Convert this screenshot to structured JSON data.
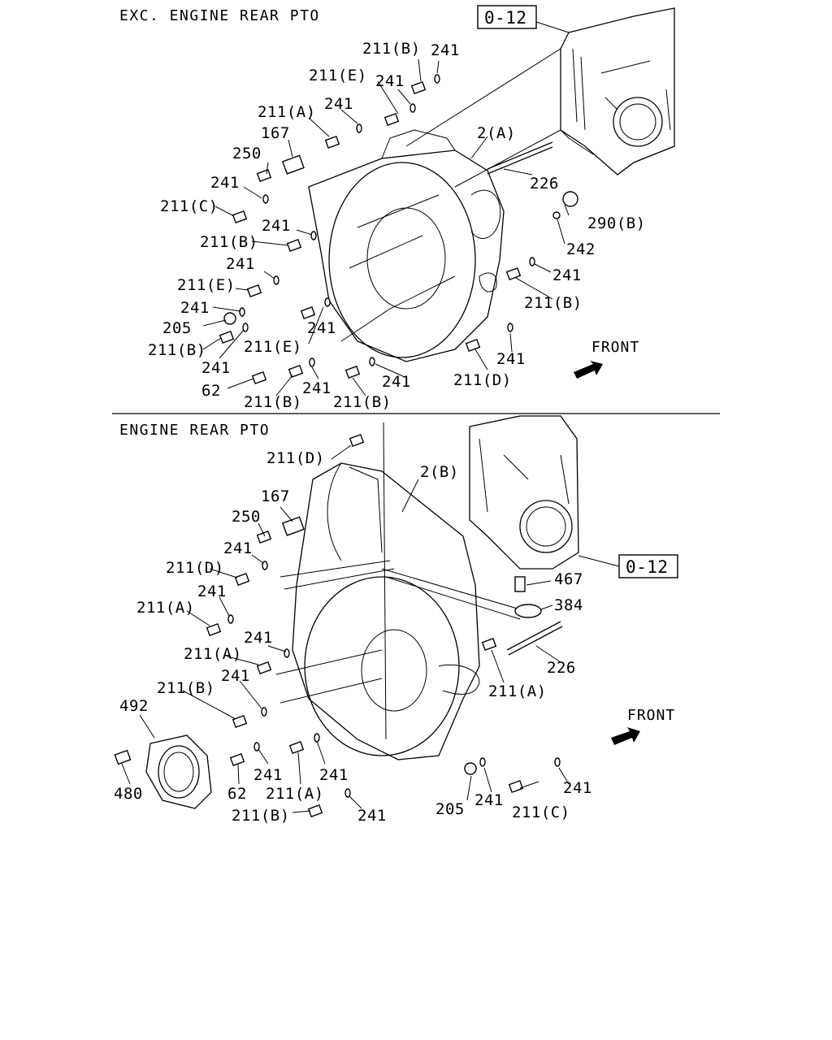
{
  "sections": [
    {
      "title": "EXC. ENGINE REAR PTO",
      "ref": "0-12",
      "front": "FRONT",
      "labels": [
        "211(B)",
        "241",
        "211(E)",
        "241",
        "211(A)",
        "241",
        "167",
        "250",
        "241",
        "211(C)",
        "241",
        "211(B)",
        "241",
        "211(E)",
        "241",
        "205",
        "211(B)",
        "241",
        "62",
        "2(A)",
        "226",
        "290(B)",
        "242",
        "241",
        "211(B)",
        "241",
        "211(E)",
        "241",
        "211(D)",
        "241",
        "211(B)",
        "241",
        "211(B)"
      ]
    },
    {
      "title": "ENGINE REAR PTO",
      "ref": "0-12",
      "front": "FRONT",
      "labels": [
        "211(D)",
        "2(B)",
        "167",
        "250",
        "241",
        "211(D)",
        "241",
        "211(A)",
        "241",
        "211(A)",
        "211(B)",
        "241",
        "492",
        "480",
        "62",
        "241",
        "241",
        "211(A)",
        "211(B)",
        "241",
        "467",
        "384",
        "226",
        "211(A)",
        "205",
        "241",
        "211(C)",
        "241"
      ]
    }
  ]
}
